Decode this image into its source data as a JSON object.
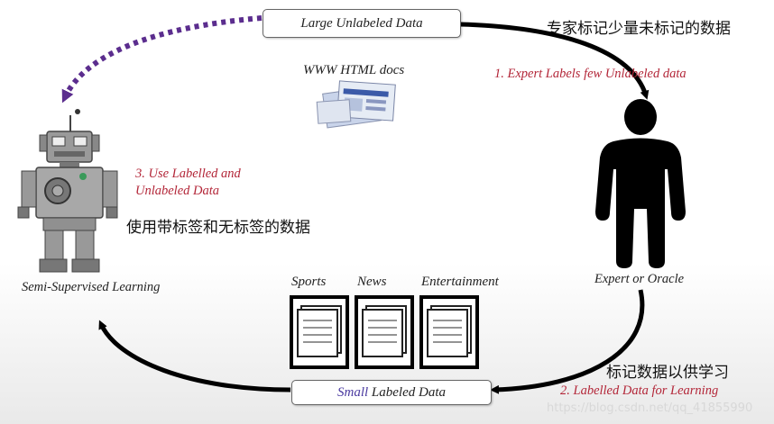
{
  "boxes": {
    "top": "Large Unlabeled Data",
    "bottom_prefix": "Small",
    "bottom_suffix": " Labeled Data"
  },
  "labels": {
    "www": "WWW HTML docs",
    "expert": "Expert or Oracle",
    "ssl": "Semi-Supervised Learning",
    "sports": "Sports",
    "news": "News",
    "entertainment": "Entertainment"
  },
  "steps": {
    "step1": "1. Expert Labels few  Unlabeled data",
    "step2": "2. Labelled Data for Learning",
    "step3_line1": "3. Use  Labelled and",
    "step3_line2": "Unlabeled Data"
  },
  "chinese": {
    "top_right": "专家标记少量未标记的数据",
    "left_middle": "使用带标签和无标签的数据",
    "bottom_right": "标记数据以供学习"
  },
  "watermark": "https://blog.csdn.net/qq_41855990",
  "colors": {
    "step_red": "#b32638",
    "dotted_arrow": "#5b2d8e",
    "small_word": "#4a3aa0"
  }
}
